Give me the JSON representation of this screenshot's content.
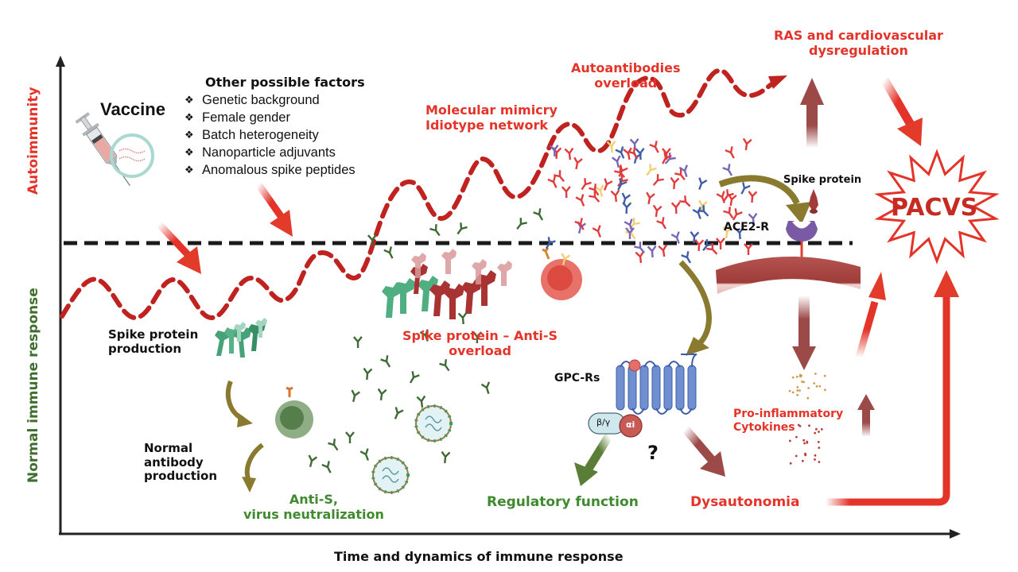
{
  "axes": {
    "x_label": "Time and dynamics of immune response",
    "y_upper_label": "Autoimmunity",
    "y_lower_label": "Normal immune response"
  },
  "colors": {
    "autoimmunity": "#d62828",
    "normal": "#3f6e2e",
    "accent_red": "#e4342a",
    "dark_red": "#b02020",
    "olive_arrow": "#8a7a30",
    "maroon_arrow": "#9b4a48",
    "green_arrow": "#5a7e35"
  },
  "vaccine": {
    "title": "Vaccine",
    "icon": "syringe-icon"
  },
  "factors": {
    "title": "Other possible factors",
    "bullet": "❖",
    "items": [
      "Genetic background",
      "Female gender",
      "Batch heterogeneity",
      "Nanoparticle adjuvants",
      "Anomalous spike peptides"
    ]
  },
  "labels": {
    "molecular_mimicry": [
      "Molecular mimicry",
      "Idiotype network"
    ],
    "autoantibodies": [
      "Autoantibodies",
      "overload"
    ],
    "ras": [
      "RAS and cardiovascular",
      "dysregulation"
    ],
    "spike_protein": "Spike protein",
    "ace2": "ACE2-R",
    "pacvs": "PACVS",
    "spike_production": [
      "Spike protein",
      "production"
    ],
    "spike_overload": [
      "Spike protein – Anti-S",
      "overload"
    ],
    "gpcrs": "GPC-Rs",
    "beta_gamma": "β/γ",
    "alpha_i": "αi",
    "question": "?",
    "normal_antibody": [
      "Normal",
      "antibody",
      "production"
    ],
    "anti_s": [
      "Anti-S,",
      "virus neutralization"
    ],
    "regulatory": "Regulatory function",
    "dysautonomia": "Dysautonomia",
    "cytokines": [
      "Pro-inflammatory",
      "Cytokines"
    ]
  }
}
